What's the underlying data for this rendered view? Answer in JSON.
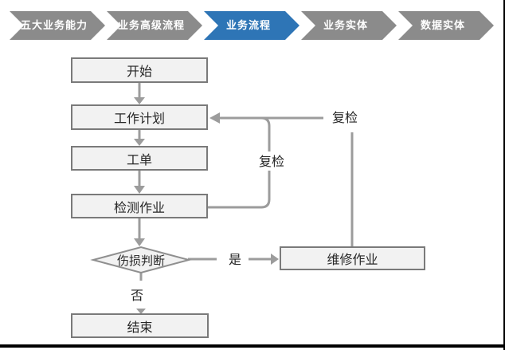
{
  "breadcrumb": {
    "active_index": 2,
    "steps": [
      {
        "label": "五大业务能力"
      },
      {
        "label": "业务高级流程"
      },
      {
        "label": "业务流程"
      },
      {
        "label": "业务实体"
      },
      {
        "label": "数据实体"
      }
    ]
  },
  "flowchart": {
    "nodes": {
      "start": "开始",
      "plan": "工作计划",
      "order": "工单",
      "inspect": "检测作业",
      "damage_check": "伤损判断",
      "repair": "维修作业",
      "end": "结束"
    },
    "labels": {
      "recheck_outer": "复检",
      "recheck_inner": "复检",
      "yes": "是",
      "no": "否"
    }
  },
  "colors": {
    "chevron-gray": "#8B8B8B",
    "chevron-active": "#2E75B6",
    "chevron-text": "#FFFFFF",
    "node-fill": "#F2F2F2",
    "node-border": "#7A7A7A",
    "connector": "#9C9C9C",
    "label-text": "#262626",
    "frame-black": "#000000"
  }
}
